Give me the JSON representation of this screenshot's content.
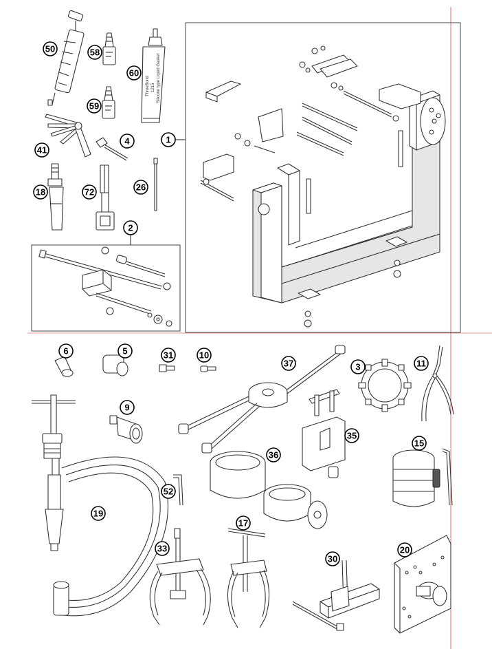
{
  "callouts": {
    "c50": "50",
    "c58": "58",
    "c60": "60",
    "c59": "59",
    "c1": "1",
    "c41": "41",
    "c4": "4",
    "c18": "18",
    "c72": "72",
    "c26": "26",
    "c2": "2",
    "c6": "6",
    "c5": "5",
    "c31": "31",
    "c10": "10",
    "c37": "37",
    "c3": "3",
    "c11": "11",
    "c9": "9",
    "c35": "35",
    "c15": "15",
    "c36": "36",
    "c52": "52",
    "c19": "19",
    "c17": "17",
    "c33": "33",
    "c30": "30",
    "c20": "20"
  },
  "tube_label": {
    "line1": "ThreeBond",
    "line2": "1215",
    "line3": "Silicone type Liquid Gasket"
  },
  "colors": {
    "page_rule": "#e07070",
    "stroke": "#333333"
  }
}
